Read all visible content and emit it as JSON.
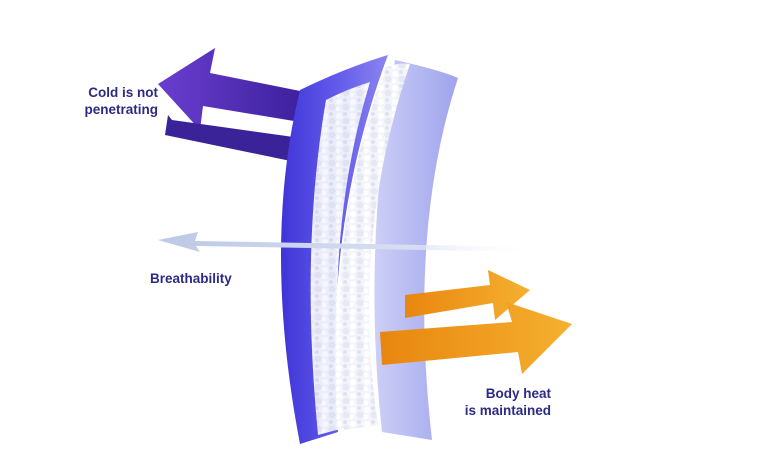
{
  "labels": {
    "cold_line1": "Cold is not",
    "cold_line2": "penetrating",
    "breathability": "Breathability",
    "heat_line1": "Body heat",
    "heat_line2": "is maintained"
  },
  "colors": {
    "outer_shell": "#5a4ee6",
    "insulation": "#f2f4fa",
    "inner_lining": "#a9aef0",
    "cold_arrow": "#4a2fb0",
    "breath_arrow": "#c9d3ea",
    "heat_arrow": "#f0a01e",
    "label_text": "#2c2a84"
  }
}
